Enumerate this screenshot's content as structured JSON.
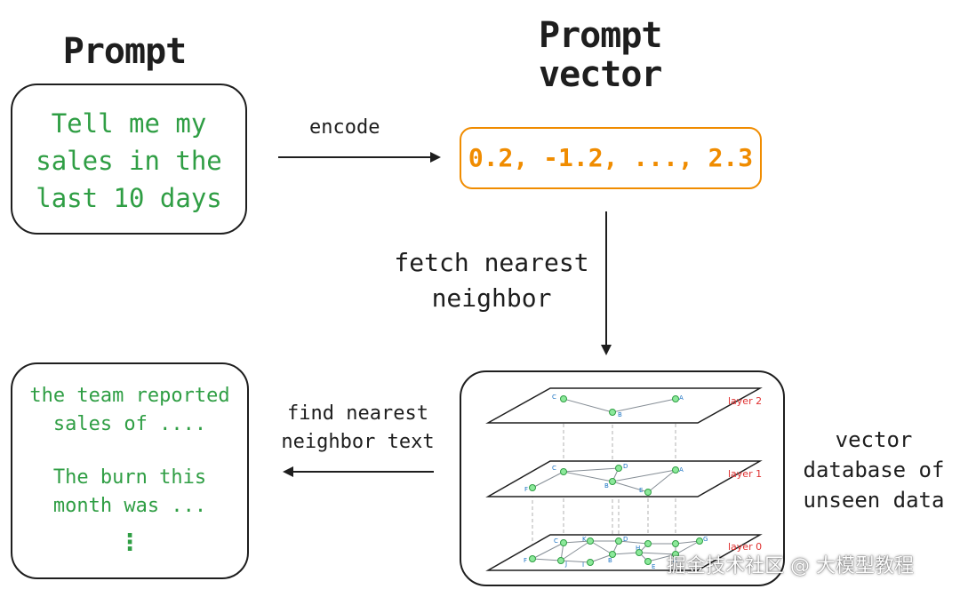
{
  "prompt": {
    "title": "Prompt",
    "text_lines": [
      "Tell me my",
      "sales in the",
      "last 10 days"
    ]
  },
  "prompt_vector": {
    "title_lines": [
      "Prompt",
      "vector"
    ],
    "value": "0.2, -1.2, ..., 2.3"
  },
  "arrows": {
    "encode": "encode",
    "fetch_lines": [
      "fetch nearest",
      "neighbor"
    ],
    "find_lines": [
      "find nearest",
      "neighbor text"
    ]
  },
  "vector_db": {
    "label_lines": [
      "vector",
      "database of",
      "unseen data"
    ],
    "layers": [
      "layer 2",
      "layer 1",
      "layer 0"
    ],
    "layer2_nodes": [
      "C",
      "A",
      "B"
    ],
    "layer1_nodes": [
      "C",
      "D",
      "A",
      "F",
      "B",
      "E"
    ],
    "layer0_nodes": [
      "C",
      "K",
      "D",
      "G",
      "F",
      "I",
      "J",
      "B",
      "H",
      "A",
      "E"
    ]
  },
  "result": {
    "text1_lines": [
      "the team reported",
      "sales of ...."
    ],
    "text2_lines": [
      "The burn this",
      "month was ..."
    ],
    "ellipsis": "⋮"
  },
  "watermark": "掘金技术社区 @ 大模型教程",
  "colors": {
    "green": "#2f9e44",
    "orange": "#f08c00",
    "dark": "#1e1e1e",
    "layer_label": "#e03131",
    "node": "#8ce99a"
  }
}
